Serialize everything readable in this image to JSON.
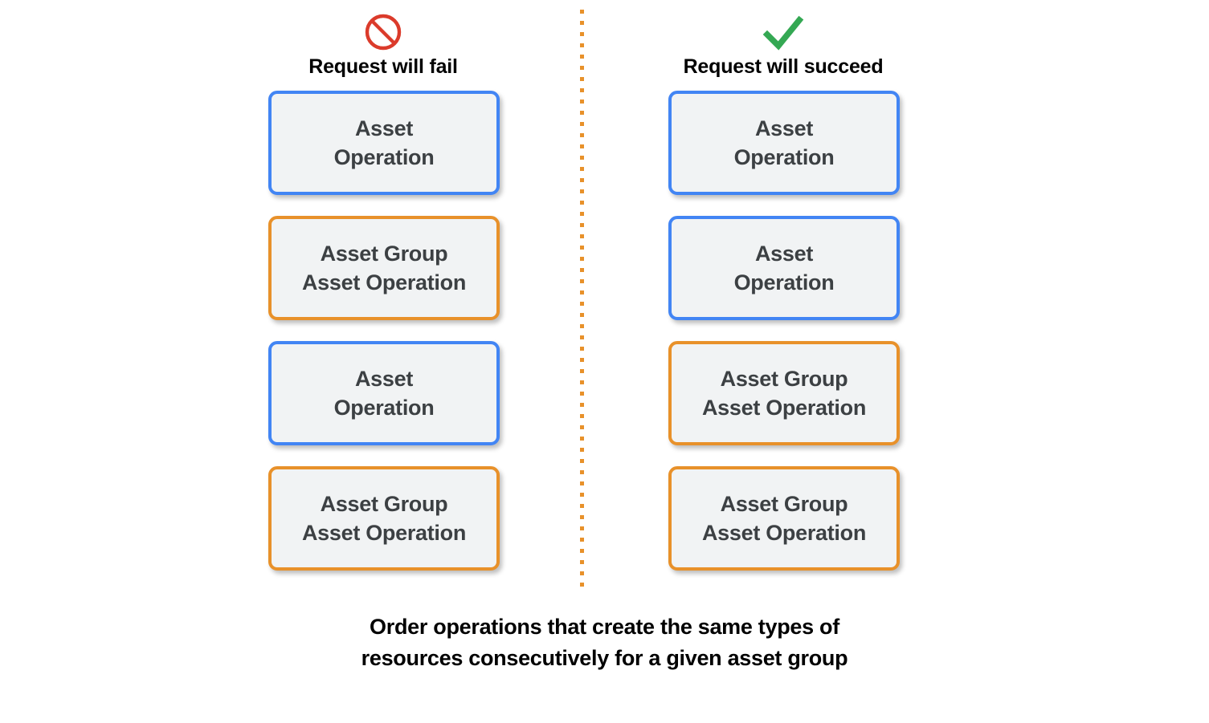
{
  "colors": {
    "blue": "#4285F4",
    "orange": "#E8912A",
    "card_fill": "#F1F3F4",
    "card_text": "#3C4043",
    "fail_icon": "#DB3B2B",
    "succeed_icon": "#34A853",
    "divider": "#E8912A",
    "background": "#FFFFFF"
  },
  "columns": {
    "fail": {
      "icon": "prohibited-icon",
      "title": "Request will fail",
      "cards": [
        {
          "label": "Asset\nOperation",
          "type": "blue"
        },
        {
          "label": "Asset Group\nAsset Operation",
          "type": "orange"
        },
        {
          "label": "Asset\nOperation",
          "type": "blue"
        },
        {
          "label": "Asset Group\nAsset Operation",
          "type": "orange"
        }
      ]
    },
    "succeed": {
      "icon": "check-icon",
      "title": "Request will succeed",
      "cards": [
        {
          "label": "Asset\nOperation",
          "type": "blue"
        },
        {
          "label": "Asset\nOperation",
          "type": "blue"
        },
        {
          "label": "Asset Group\nAsset Operation",
          "type": "orange"
        },
        {
          "label": "Asset Group\nAsset Operation",
          "type": "orange"
        }
      ]
    }
  },
  "caption": "Order operations that create the same types of\nresources consecutively for a given asset group"
}
